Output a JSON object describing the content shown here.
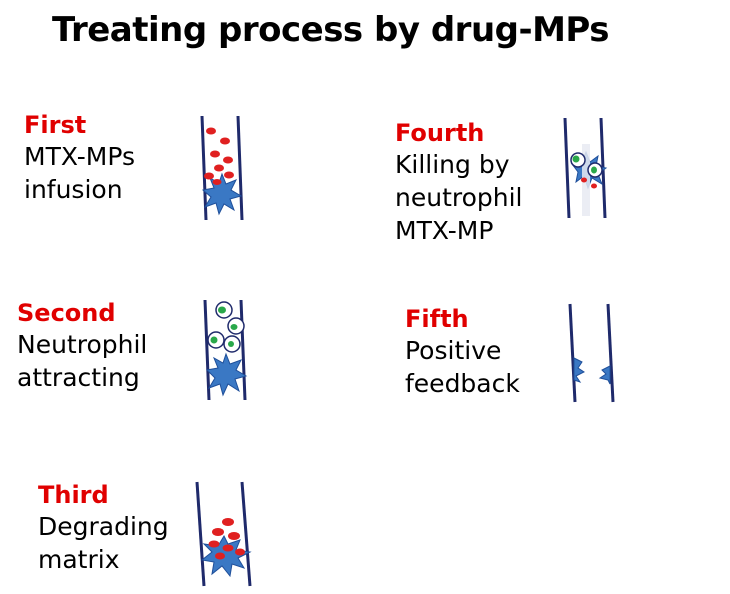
{
  "title": "Treating process by drug-MPs",
  "colors": {
    "label": "#e00000",
    "vessel_wall": "#1f2a6b",
    "particle": "#e02020",
    "clot": "#3a78c4",
    "neutrophil_nucleus": "#2aa84a"
  },
  "steps": [
    {
      "label": "First",
      "description": "MTX-MPs\ninfusion"
    },
    {
      "label": "Second",
      "description": "Neutrophil\nattracting"
    },
    {
      "label": "Third",
      "description": "Degrading\nmatrix"
    },
    {
      "label": "Fourth",
      "description": "Killing by\nneutrophil\nMTX-MP"
    },
    {
      "label": "Fifth",
      "description": "Positive\nfeedback"
    }
  ]
}
